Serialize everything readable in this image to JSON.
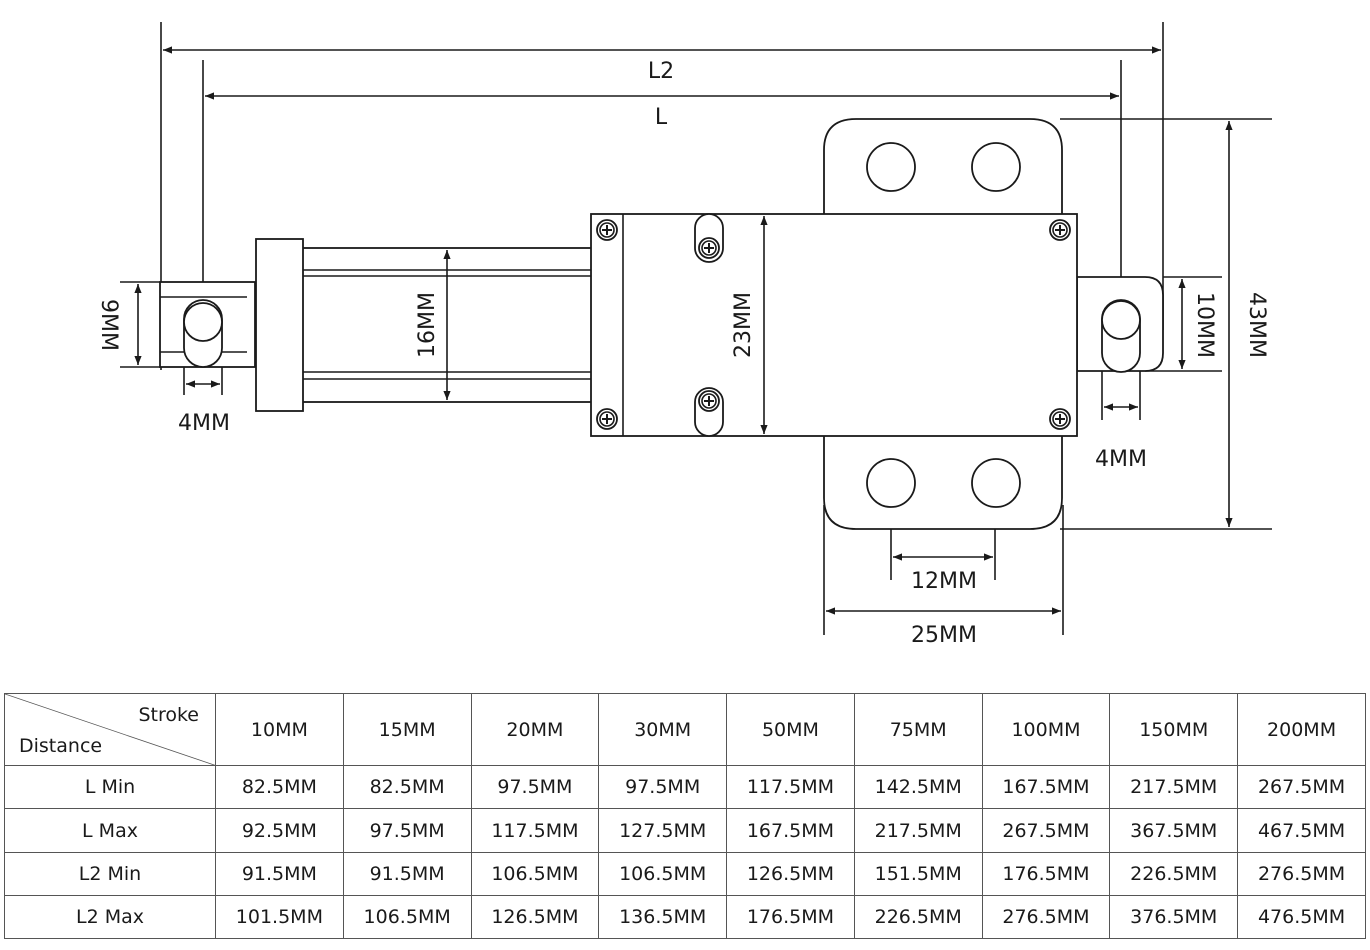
{
  "dimensions": {
    "L2": "L2",
    "L": "L",
    "left_height": "9MM",
    "left_hole": "4MM",
    "rod_height": "16MM",
    "body_height": "23MM",
    "right_height": "10MM",
    "right_hole": "4MM",
    "bracket_height": "43MM",
    "hole_spacing": "12MM",
    "bracket_width": "25MM"
  },
  "table": {
    "corner_top": "Stroke",
    "corner_bottom": "Distance",
    "strokes": [
      "10MM",
      "15MM",
      "20MM",
      "30MM",
      "50MM",
      "75MM",
      "100MM",
      "150MM",
      "200MM"
    ],
    "rows": [
      {
        "label": "L Min",
        "values": [
          "82.5MM",
          "82.5MM",
          "97.5MM",
          "97.5MM",
          "117.5MM",
          "142.5MM",
          "167.5MM",
          "217.5MM",
          "267.5MM"
        ]
      },
      {
        "label": "L Max",
        "values": [
          "92.5MM",
          "97.5MM",
          "117.5MM",
          "127.5MM",
          "167.5MM",
          "217.5MM",
          "267.5MM",
          "367.5MM",
          "467.5MM"
        ]
      },
      {
        "label": "L2 Min",
        "values": [
          "91.5MM",
          "91.5MM",
          "106.5MM",
          "106.5MM",
          "126.5MM",
          "151.5MM",
          "176.5MM",
          "226.5MM",
          "276.5MM"
        ]
      },
      {
        "label": "L2 Max",
        "values": [
          "101.5MM",
          "106.5MM",
          "126.5MM",
          "136.5MM",
          "176.5MM",
          "226.5MM",
          "276.5MM",
          "376.5MM",
          "476.5MM"
        ]
      }
    ]
  }
}
